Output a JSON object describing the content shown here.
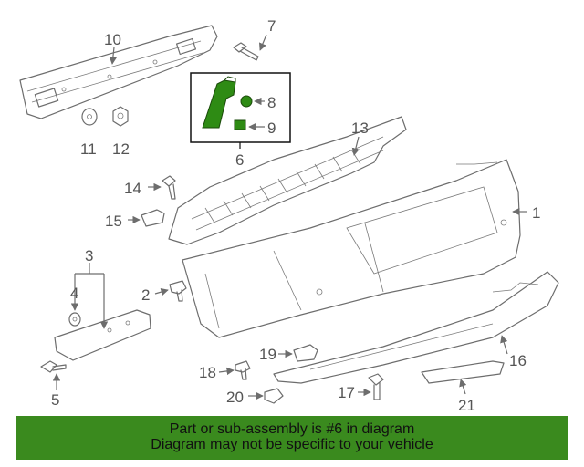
{
  "callouts": {
    "c1": "1",
    "c2": "2",
    "c3": "3",
    "c4": "4",
    "c5": "5",
    "c6": "6",
    "c7": "7",
    "c8": "8",
    "c9": "9",
    "c10": "10",
    "c11": "11",
    "c12": "12",
    "c13": "13",
    "c14": "14",
    "c15": "15",
    "c16": "16",
    "c17": "17",
    "c18": "18",
    "c19": "19",
    "c20": "20",
    "c21": "21"
  },
  "highlight_color": "#2e8b14",
  "banner": {
    "line1": "Part or sub-assembly is #6 in diagram",
    "line2": "Diagram may not be specific to your vehicle",
    "background": "#3a8a1e"
  }
}
